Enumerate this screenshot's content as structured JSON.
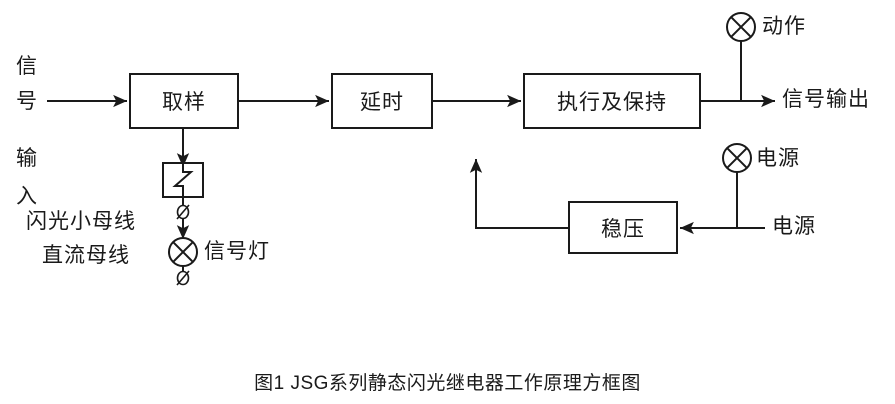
{
  "figure": {
    "caption": "图1  JSG系列静态闪光继电器工作原理方框图",
    "line_color": "#1a1a1a",
    "background": "#ffffff"
  },
  "input_label": {
    "chars": [
      "信",
      "号",
      "输",
      "入"
    ],
    "text": "信号输入"
  },
  "bus_labels": {
    "flash_bus": "闪光小母线",
    "dc_bus": "直流母线"
  },
  "blocks": [
    {
      "id": "sampling",
      "label": "取样"
    },
    {
      "id": "delay",
      "label": "延时"
    },
    {
      "id": "execute_hold",
      "label": "执行及保持"
    },
    {
      "id": "regulator",
      "label": "稳压"
    }
  ],
  "lamps": [
    {
      "id": "signal-lamp",
      "label": "信号灯",
      "icon": "lamp-cross-circle-icon"
    },
    {
      "id": "action-lamp",
      "label": "动作",
      "icon": "lamp-cross-circle-icon"
    },
    {
      "id": "power-lamp",
      "label": "电源",
      "icon": "lamp-cross-circle-icon"
    }
  ],
  "terminals": [
    {
      "id": "flash-bus-terminal",
      "icon": "terminal-slash-icon"
    },
    {
      "id": "dc-bus-terminal",
      "icon": "terminal-slash-icon"
    }
  ],
  "ports": {
    "signal_output": "信号输出",
    "power_input": "电源"
  },
  "switch_symbol": {
    "id": "relay-contact",
    "icon": "relay-contact-icon"
  }
}
